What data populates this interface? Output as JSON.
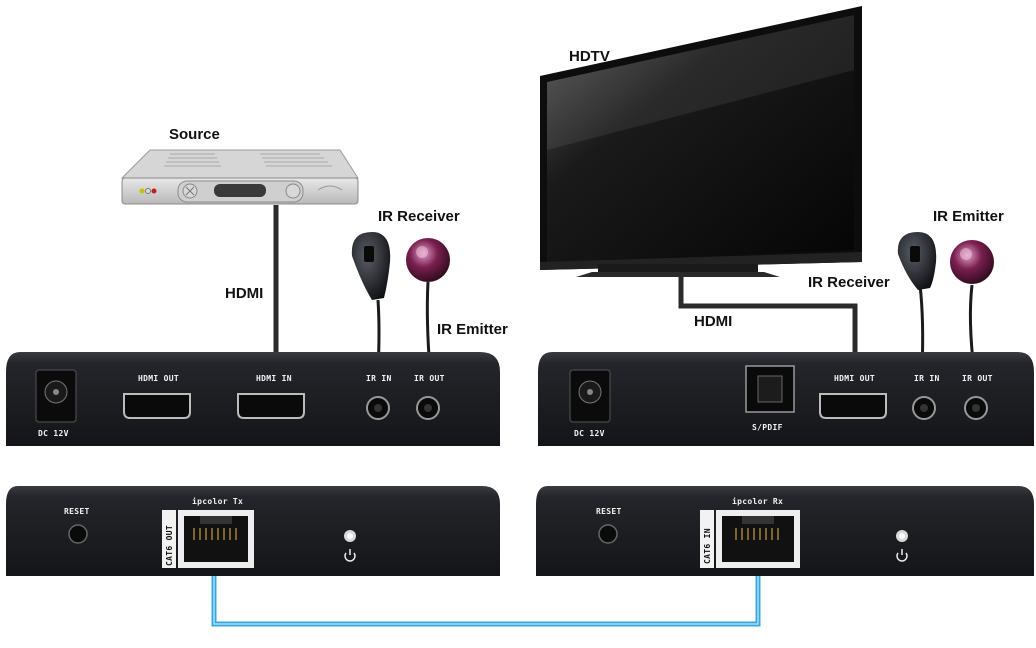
{
  "labels": {
    "source": "Source",
    "hdtv": "HDTV",
    "hdmi_left": "HDMI",
    "hdmi_right": "HDMI",
    "ir_receiver_left": "IR Receiver",
    "ir_emitter_left": "IR Emitter",
    "ir_receiver_right": "IR Receiver",
    "ir_emitter_right": "IR Emitter"
  },
  "tx_back_panel": {
    "dc": "DC 12V",
    "hdmi_out": "HDMI OUT",
    "hdmi_in": "HDMI IN",
    "ir_in": "IR IN",
    "ir_out": "IR OUT"
  },
  "rx_back_panel": {
    "dc": "DC 12V",
    "spdif": "S/PDIF",
    "hdmi_out": "HDMI OUT",
    "ir_in": "IR IN",
    "ir_out": "IR OUT"
  },
  "tx_front_panel": {
    "reset": "RESET",
    "model": "ipcolor Tx",
    "cat6": "CAT6 OUT"
  },
  "rx_front_panel": {
    "reset": "RESET",
    "model": "ipcolor Rx",
    "cat6": "CAT6 IN"
  },
  "colors": {
    "cat6_cable": "#35a8e0",
    "device_body": "#1d1e22",
    "ir_emitter": "#7a1f4f"
  }
}
